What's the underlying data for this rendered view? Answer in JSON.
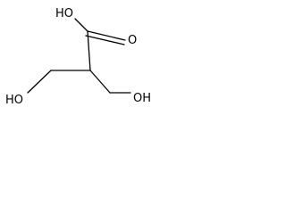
{
  "molecule": {
    "labels": {
      "carboxyl_oh": "HO",
      "carbonyl_o": "O",
      "left_oh": "HO",
      "right_oh": "OH"
    },
    "colors": {
      "bond": "#000000",
      "text": "#000000",
      "background": "#ffffff"
    }
  }
}
